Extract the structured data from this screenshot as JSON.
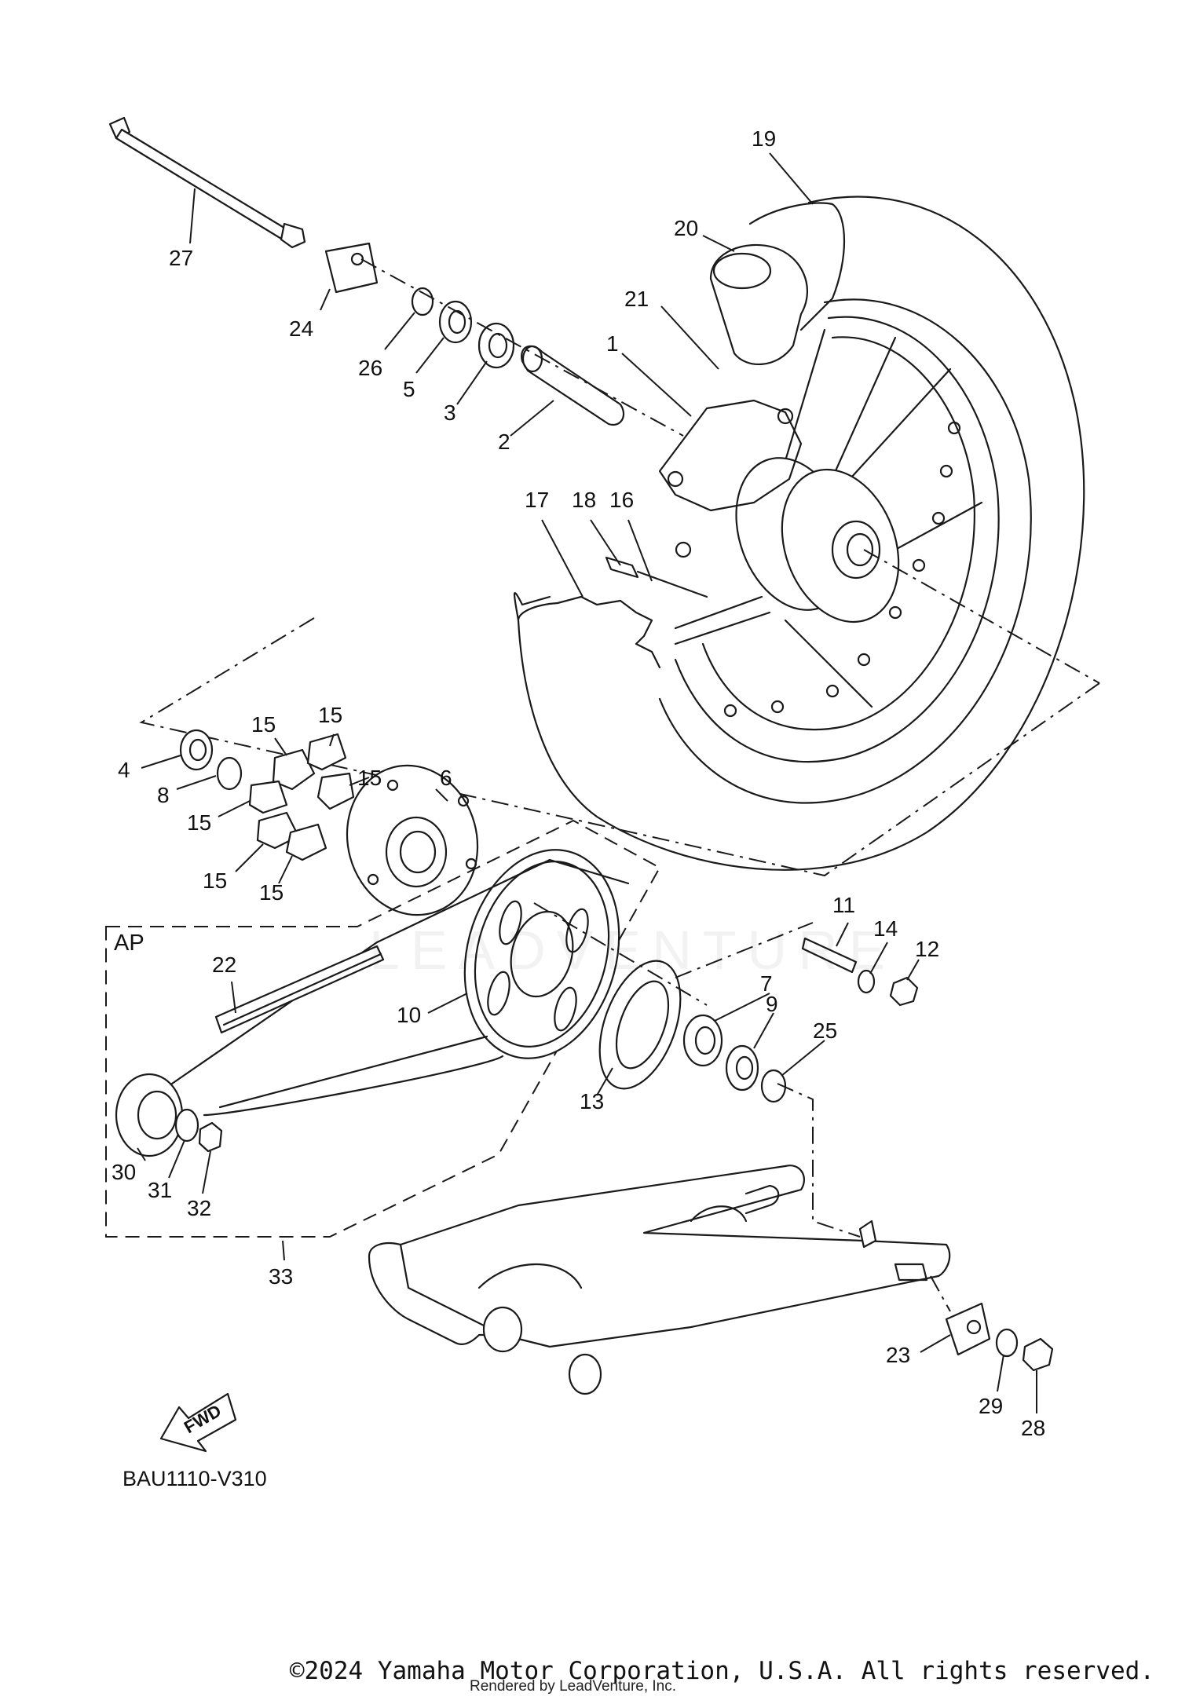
{
  "diagram": {
    "code": "BAU1110-V310",
    "group_label": "AP",
    "direction_label": "FWD",
    "watermark": "LEADVENTURE",
    "footer": {
      "copyright": "©2024 Yamaha Motor Corporation, U.S.A. All rights reserved.",
      "rendered_by": "Rendered by LeadVenture, Inc."
    },
    "callouts": [
      "1",
      "2",
      "3",
      "4",
      "5",
      "6",
      "7",
      "8",
      "9",
      "10",
      "11",
      "12",
      "13",
      "14",
      "15",
      "15",
      "15",
      "15",
      "15",
      "15",
      "16",
      "17",
      "18",
      "19",
      "20",
      "21",
      "22",
      "23",
      "24",
      "25",
      "26",
      "27",
      "28",
      "29",
      "30",
      "31",
      "32",
      "33"
    ]
  }
}
